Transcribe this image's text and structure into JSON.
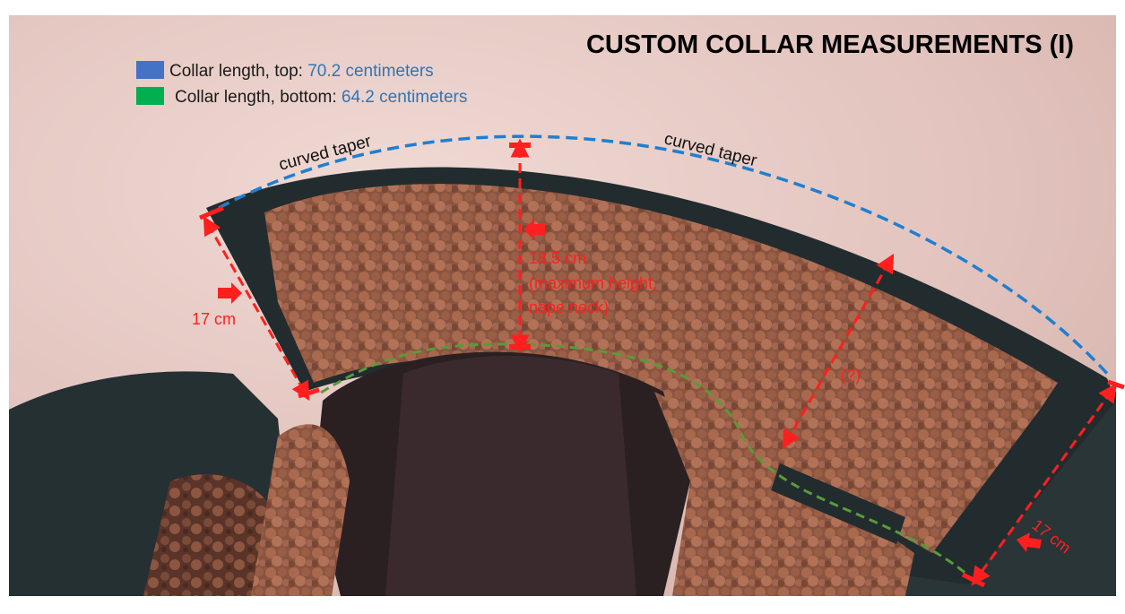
{
  "title": "CUSTOM COLLAR MEASUREMENTS (I)",
  "legend": [
    {
      "label": "Collar length, top: ",
      "value": "70.2 centimeters",
      "color": "#4472c4"
    },
    {
      "label": "Collar length, bottom: ",
      "value": "64.2 centimeters",
      "color": "#00b050"
    }
  ],
  "annotations": {
    "taper_left": "curved taper",
    "taper_right": "curved taper",
    "left_height": "17 cm",
    "right_height": "17 cm",
    "center_height_line1": "18.5 cm",
    "center_height_line2": "(maximum height,",
    "center_height_line3": "nape neck)",
    "unknown": "(?)"
  },
  "colors": {
    "top_line": "#1f7fd0",
    "bottom_line": "#5a9a3a",
    "measure": "#ff1f1f",
    "value_text": "#2e75b6"
  }
}
